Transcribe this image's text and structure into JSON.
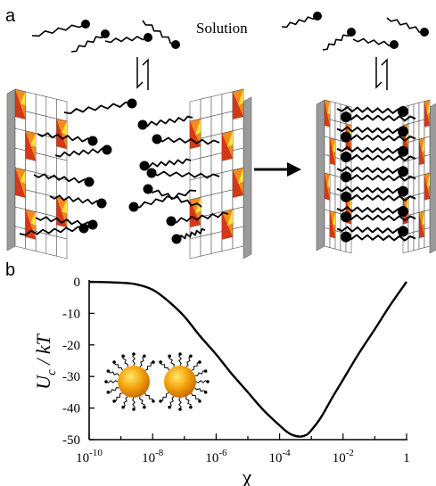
{
  "panel_a": {
    "label": "a",
    "solution_label": "Solution",
    "colors": {
      "wall_gray": "#9a9a9a",
      "tile_orange": "#f28c1e",
      "tile_red": "#cf2a16",
      "tile_yellow": "#ffe23a",
      "chain": "#000000"
    }
  },
  "panel_b": {
    "label": "b",
    "colors": {
      "particle_core": "#f5a30c",
      "particle_highlight": "#ffe86a",
      "curve": "#000000"
    }
  },
  "chart_data": {
    "type": "line",
    "title": "",
    "xlabel": "χ",
    "ylabel": "Uc / kT",
    "x_scale": "log",
    "xlim": [
      1e-10,
      1
    ],
    "ylim": [
      -50,
      0
    ],
    "x_ticks": [
      {
        "value": 1e-10,
        "base": "10",
        "exp": "-10"
      },
      {
        "value": 1e-08,
        "base": "10",
        "exp": "-8"
      },
      {
        "value": 1e-06,
        "base": "10",
        "exp": "-6"
      },
      {
        "value": 0.0001,
        "base": "10",
        "exp": "-4"
      },
      {
        "value": 0.01,
        "base": "10",
        "exp": "-2"
      },
      {
        "value": 1,
        "base": "1",
        "exp": ""
      }
    ],
    "y_ticks": [
      0,
      -10,
      -20,
      -30,
      -40,
      -50
    ],
    "grid": false,
    "legend": "none",
    "series": [
      {
        "x": [
          1e-10,
          1e-09,
          3e-09,
          1e-08,
          3e-08,
          1e-07,
          3e-07,
          1e-06,
          3e-06,
          1e-05,
          3e-05,
          0.0001,
          0.0002,
          0.0004,
          0.0007,
          0.001,
          0.002,
          0.005,
          0.01,
          0.03,
          0.1,
          0.3,
          1
        ],
        "y": [
          0,
          -0.3,
          -0.8,
          -2.5,
          -6,
          -11,
          -17,
          -23,
          -29,
          -35,
          -40.5,
          -45.5,
          -48,
          -49,
          -48.5,
          -47,
          -43,
          -36,
          -31,
          -23,
          -15,
          -7.5,
          0
        ]
      }
    ]
  }
}
